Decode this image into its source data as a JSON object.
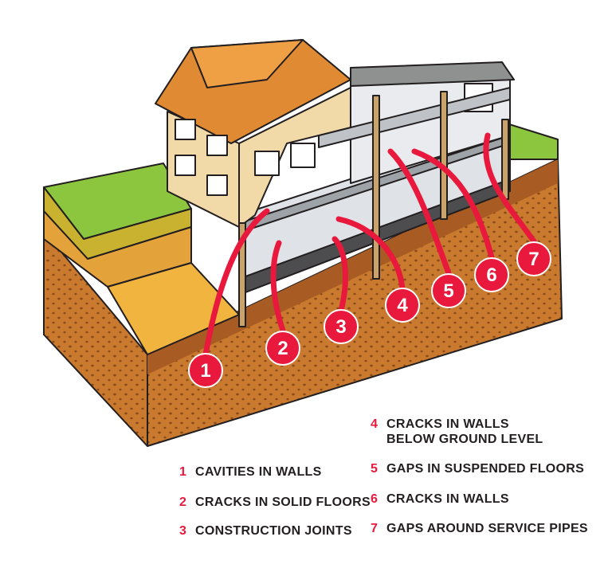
{
  "colors": {
    "accent": "#e8193c",
    "soil": "#c97a2e",
    "grass": "#8cc63f",
    "wall": "#f2d9a8",
    "roof": "#e08a33"
  },
  "markers": [
    "1",
    "2",
    "3",
    "4",
    "5",
    "6",
    "7"
  ],
  "legend": [
    {
      "num": "1",
      "label": "CAVITIES IN WALLS"
    },
    {
      "num": "2",
      "label": "CRACKS IN SOLID FLOORS"
    },
    {
      "num": "3",
      "label": "CONSTRUCTION JOINTS"
    },
    {
      "num": "4",
      "label": "CRACKS IN WALLS BELOW GROUND LEVEL"
    },
    {
      "num": "5",
      "label": "GAPS IN SUSPENDED FLOORS"
    },
    {
      "num": "6",
      "label": "CRACKS IN WALLS"
    },
    {
      "num": "7",
      "label": "GAPS AROUND SERVICE PIPES"
    }
  ]
}
